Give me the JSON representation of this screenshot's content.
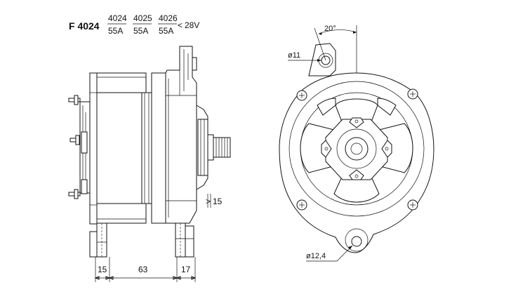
{
  "header": {
    "model": "F 4024",
    "variants": [
      {
        "part": "4024",
        "current": "55A"
      },
      {
        "part": "4025",
        "current": "55A"
      },
      {
        "part": "4026",
        "current": "55A"
      }
    ],
    "voltage_mark": "<",
    "voltage": "28V"
  },
  "side_view": {
    "dim_mount_left": "15",
    "dim_mount_span": "63",
    "dim_mount_right": "17",
    "dim_pulley_mark": ">",
    "dim_pulley": "15"
  },
  "front_view": {
    "angle": "20°",
    "top_hole": "ø11",
    "bottom_hole": "ø12,4"
  }
}
